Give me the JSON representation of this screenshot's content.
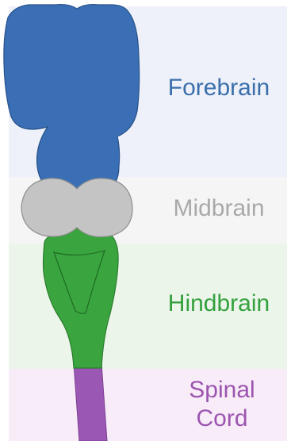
{
  "regions": {
    "forebrain": {
      "label": "Forebrain",
      "text_color": "#3b6fab",
      "band_color": "#eef1f9",
      "fill": "#3a6fb5",
      "stroke": "#27518a"
    },
    "midbrain": {
      "label": "Midbrain",
      "text_color": "#a9a9a9",
      "band_color": "#f5f5f5",
      "fill": "#c4c4c4",
      "stroke": "#8f8f8f"
    },
    "hindbrain": {
      "label": "Hindbrain",
      "text_color": "#34a13e",
      "band_color": "#ebf5ea",
      "fill": "#3aa53e",
      "stroke": "#2a7d2e",
      "inner_stroke": "#1f6a25"
    },
    "spinal_cord": {
      "label_line1": "Spinal",
      "label_line2": "Cord",
      "text_color": "#9c56b0",
      "band_color": "#f8ecf8",
      "fill": "#9b57b4",
      "stroke": "#7b3f92"
    }
  }
}
